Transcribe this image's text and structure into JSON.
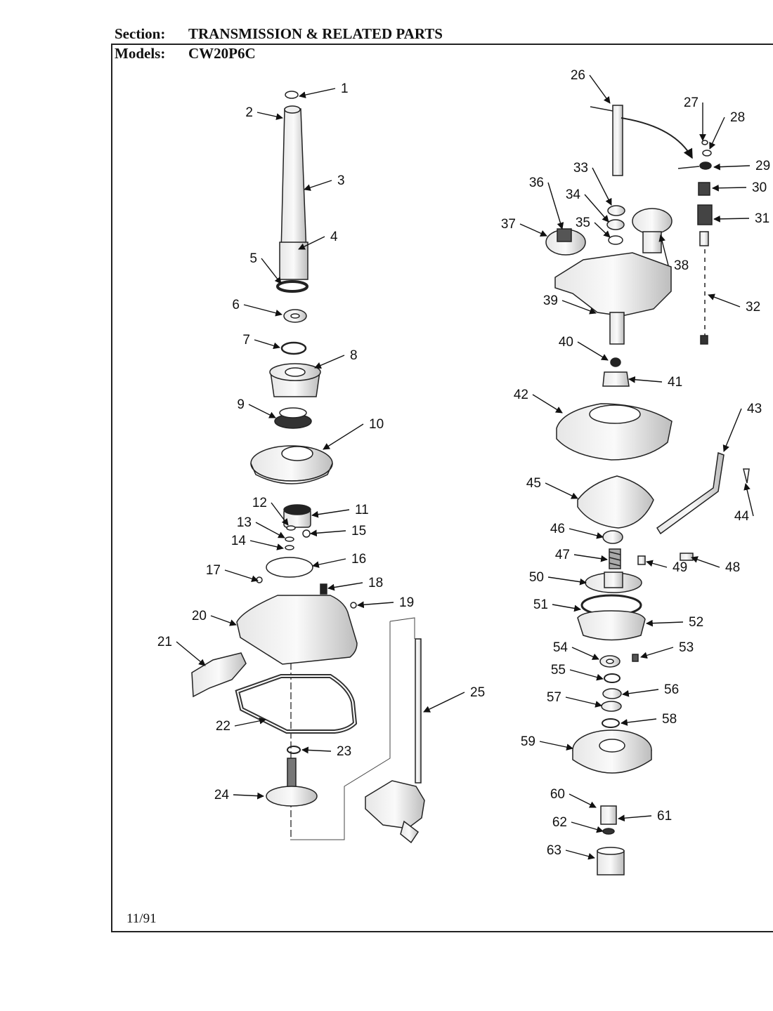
{
  "header": {
    "section_label": "Section:",
    "section_value": "TRANSMISSION & RELATED PARTS",
    "models_label": "Models:",
    "models_value": "CW20P6C"
  },
  "footer": {
    "date": "11/91"
  },
  "diagram": {
    "type": "exploded-parts-diagram",
    "callouts": [
      "1",
      "2",
      "3",
      "4",
      "5",
      "6",
      "7",
      "8",
      "9",
      "10",
      "11",
      "12",
      "13",
      "14",
      "15",
      "16",
      "17",
      "18",
      "19",
      "20",
      "21",
      "22",
      "23",
      "24",
      "25",
      "26",
      "27",
      "28",
      "29",
      "30",
      "31",
      "32",
      "33",
      "34",
      "35",
      "36",
      "37",
      "38",
      "39",
      "40",
      "41",
      "42",
      "43",
      "44",
      "45",
      "46",
      "47",
      "48",
      "49",
      "50",
      "51",
      "52",
      "53",
      "54",
      "55",
      "56",
      "57",
      "58",
      "59",
      "60",
      "61",
      "62",
      "63"
    ]
  }
}
